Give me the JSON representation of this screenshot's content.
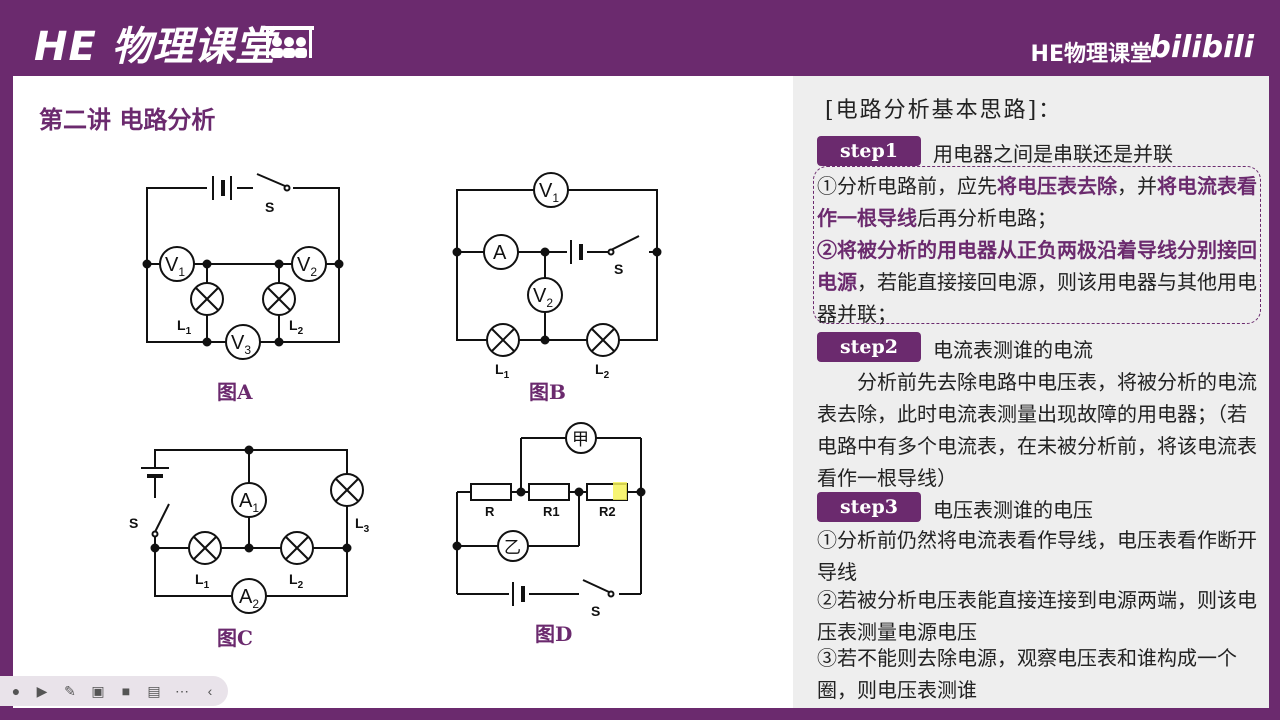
{
  "brand": {
    "title": "HE 物理课堂",
    "right_label": "HE物理课堂",
    "bili_logo": "bilibili"
  },
  "lecture": {
    "title": "第二讲  电路分析"
  },
  "figures": {
    "A": {
      "label": "图A",
      "parts": [
        "S",
        "V1",
        "V2",
        "V3",
        "L1",
        "L2"
      ]
    },
    "B": {
      "label": "图B",
      "parts": [
        "V1",
        "A",
        "V2",
        "S",
        "L1",
        "L2"
      ]
    },
    "C": {
      "label": "图C",
      "parts": [
        "S",
        "A1",
        "A2",
        "L1",
        "L2",
        "L3"
      ]
    },
    "D": {
      "label": "图D",
      "parts": [
        "甲",
        "乙",
        "R",
        "R1",
        "R2",
        "S"
      ]
    }
  },
  "notes": {
    "heading": "[电路分析基本思路]：",
    "step1": {
      "label": "step1",
      "text": "用电器之间是串联还是并联"
    },
    "step1_p1_a": "①分析电路前，应先",
    "step1_p1_hl": "将电压表去除",
    "step1_p1_b": "，并",
    "step1_p1_hl2": "将电流表看作一根导线",
    "step1_p1_c": "后再分析电路；",
    "step1_p2_hl": "②将被分析的用电器从正负两极沿着导线分别接回电源",
    "step1_p2_b": "，若能直接接回电源，则该用电器与其他用电器并联；",
    "step2": {
      "label": "step2",
      "text": "电流表测谁的电流"
    },
    "step2_p": "　　分析前先去除电路中电压表，将被分析的电流表去除，此时电流表测量出现故障的用电器；（若电路中有多个电流表，在未被分析前，将该电流表看作一根导线）",
    "step3": {
      "label": "step3",
      "text": "电压表测谁的电压"
    },
    "step3_p1": "①分析前仍然将电流表看作导线，电压表看作断开导线",
    "step3_p2": "②若被分析电压表能直接连接到电源两端，则该电压表测量电源电压",
    "step3_p3": "③若不能则去除电源，观察电压表和谁构成一个圈，则电压表测谁"
  },
  "toolbar": {
    "icons": [
      "record-icon",
      "play-icon",
      "pen-icon",
      "screenshot-icon",
      "camera-icon",
      "chat-icon",
      "more-icon",
      "collapse-icon"
    ]
  }
}
